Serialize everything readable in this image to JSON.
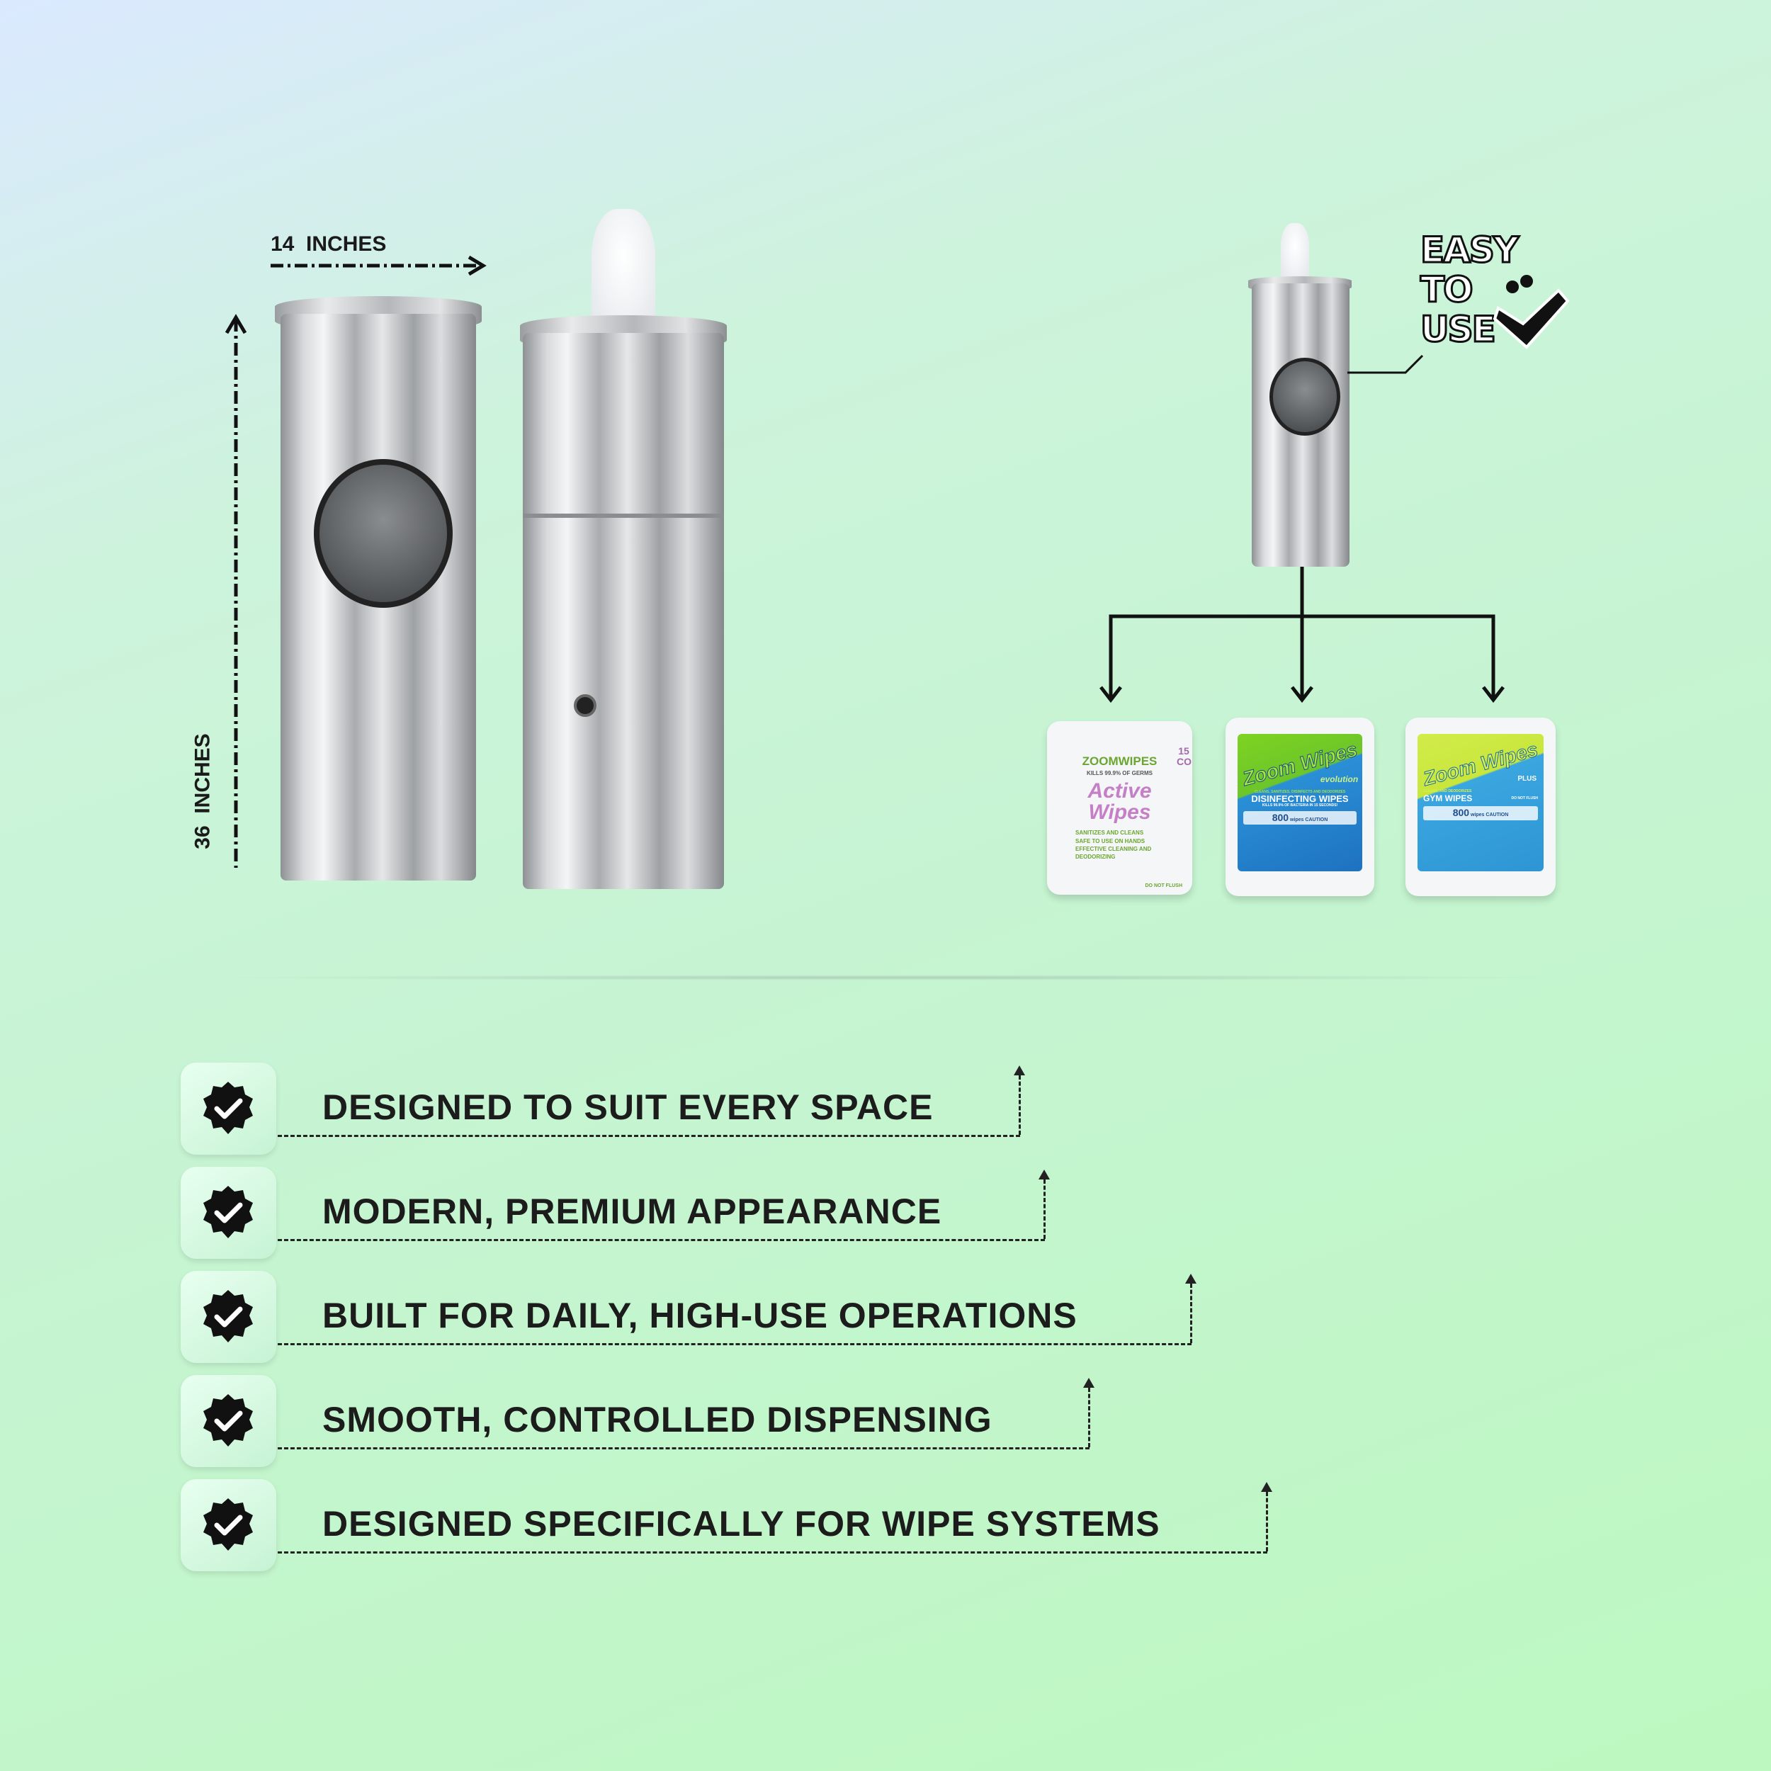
{
  "dimensions": {
    "width_label": "14  INCHES",
    "height_label": "36  INCHES"
  },
  "callout": {
    "easy_to_use": [
      "EASY",
      "TO",
      "USE"
    ]
  },
  "wipe_packs": [
    {
      "brand": "ZOOMWIPES",
      "tagline": "KILLS 99.9% OF GERMS",
      "name": "Active Wipes",
      "bullets": [
        "SANITIZES AND CLEANS",
        "SAFE TO USE ON HANDS",
        "EFFECTIVE CLEANING AND DEODORIZING"
      ],
      "note": "DO NOT FLUSH",
      "side": "15 CO"
    },
    {
      "brand": "Zoom Wipes",
      "sub": "evolution",
      "tagline": "CLEANS, SANITIZES, DISINFECTS AND DEODORIZES",
      "name": "DISINFECTING WIPES",
      "claim": "KILLS 99.9% OF BACTERIA IN 15 SECONDS!",
      "count": "800",
      "unit": "wipes",
      "caution": "CAUTION"
    },
    {
      "brand": "Zoom Wipes",
      "sub": "PLUS",
      "tagline": "CLEANS, AND DEODORIZES",
      "name": "GYM WIPES",
      "count": "800",
      "unit": "wipes",
      "caution": "CAUTION",
      "note": "DO NOT FLUSH"
    }
  ],
  "features": [
    "DESIGNED TO SUIT EVERY SPACE",
    "MODERN, PREMIUM APPEARANCE",
    "BUILT FOR DAILY, HIGH-USE OPERATIONS",
    "SMOOTH, CONTROLLED DISPENSING",
    "DESIGNED SPECIFICALLY FOR WIPE SYSTEMS"
  ],
  "colors": {
    "accent_green": "#7ed321",
    "pack_blue": "#2a8fd6",
    "pack_lime": "#c8e63c",
    "text": "#1c1c1c"
  }
}
